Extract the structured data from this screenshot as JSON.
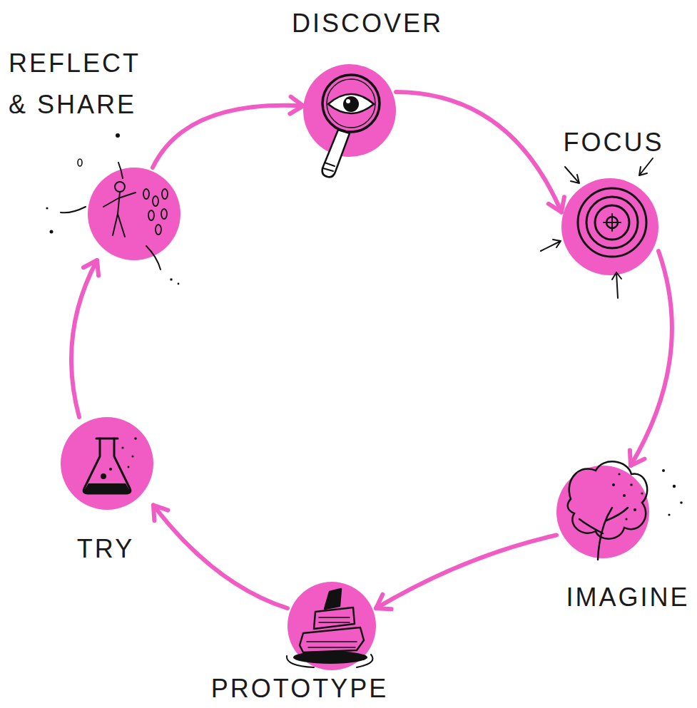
{
  "diagram": {
    "nodes": [
      {
        "text": [
          "DISCOVER"
        ]
      },
      {
        "text": [
          "FOCUS"
        ]
      },
      {
        "text": [
          "IMAGINE"
        ]
      },
      {
        "text": [
          "PROTOTYPE"
        ]
      },
      {
        "text": [
          "TRY"
        ]
      },
      {
        "text": [
          "REFLECT & SHARE"
        ]
      }
    ],
    "edges": [
      {
        "from": 0,
        "to": 1,
        "arrow": "to"
      },
      {
        "from": 1,
        "to": 2,
        "arrow": "to"
      },
      {
        "from": 2,
        "to": 3,
        "arrow": "to"
      },
      {
        "from": 3,
        "to": 4,
        "arrow": "to"
      },
      {
        "from": 4,
        "to": 5,
        "arrow": "to"
      },
      {
        "from": 5,
        "to": 0,
        "arrow": "to"
      }
    ]
  }
}
